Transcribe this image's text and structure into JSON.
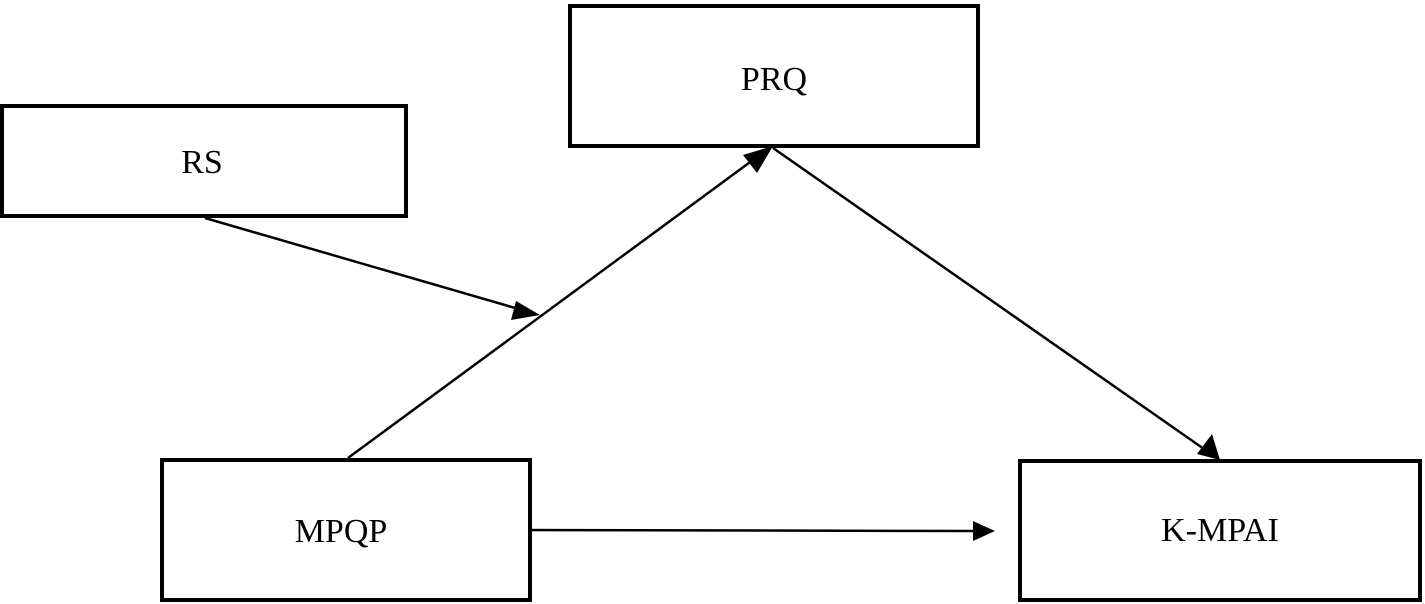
{
  "diagram": {
    "nodes": {
      "prq": {
        "label": "PRQ"
      },
      "rs": {
        "label": "RS"
      },
      "mpqp": {
        "label": "MPQP"
      },
      "kmpai": {
        "label": "K-MPAI"
      }
    },
    "edges": [
      {
        "from": "MPQP",
        "to": "PRQ"
      },
      {
        "from": "PRQ",
        "to": "K-MPAI"
      },
      {
        "from": "MPQP",
        "to": "K-MPAI"
      },
      {
        "from": "RS",
        "to": "MPQP→PRQ path"
      }
    ],
    "colors": {
      "stroke": "#000000",
      "background": "#ffffff"
    }
  }
}
